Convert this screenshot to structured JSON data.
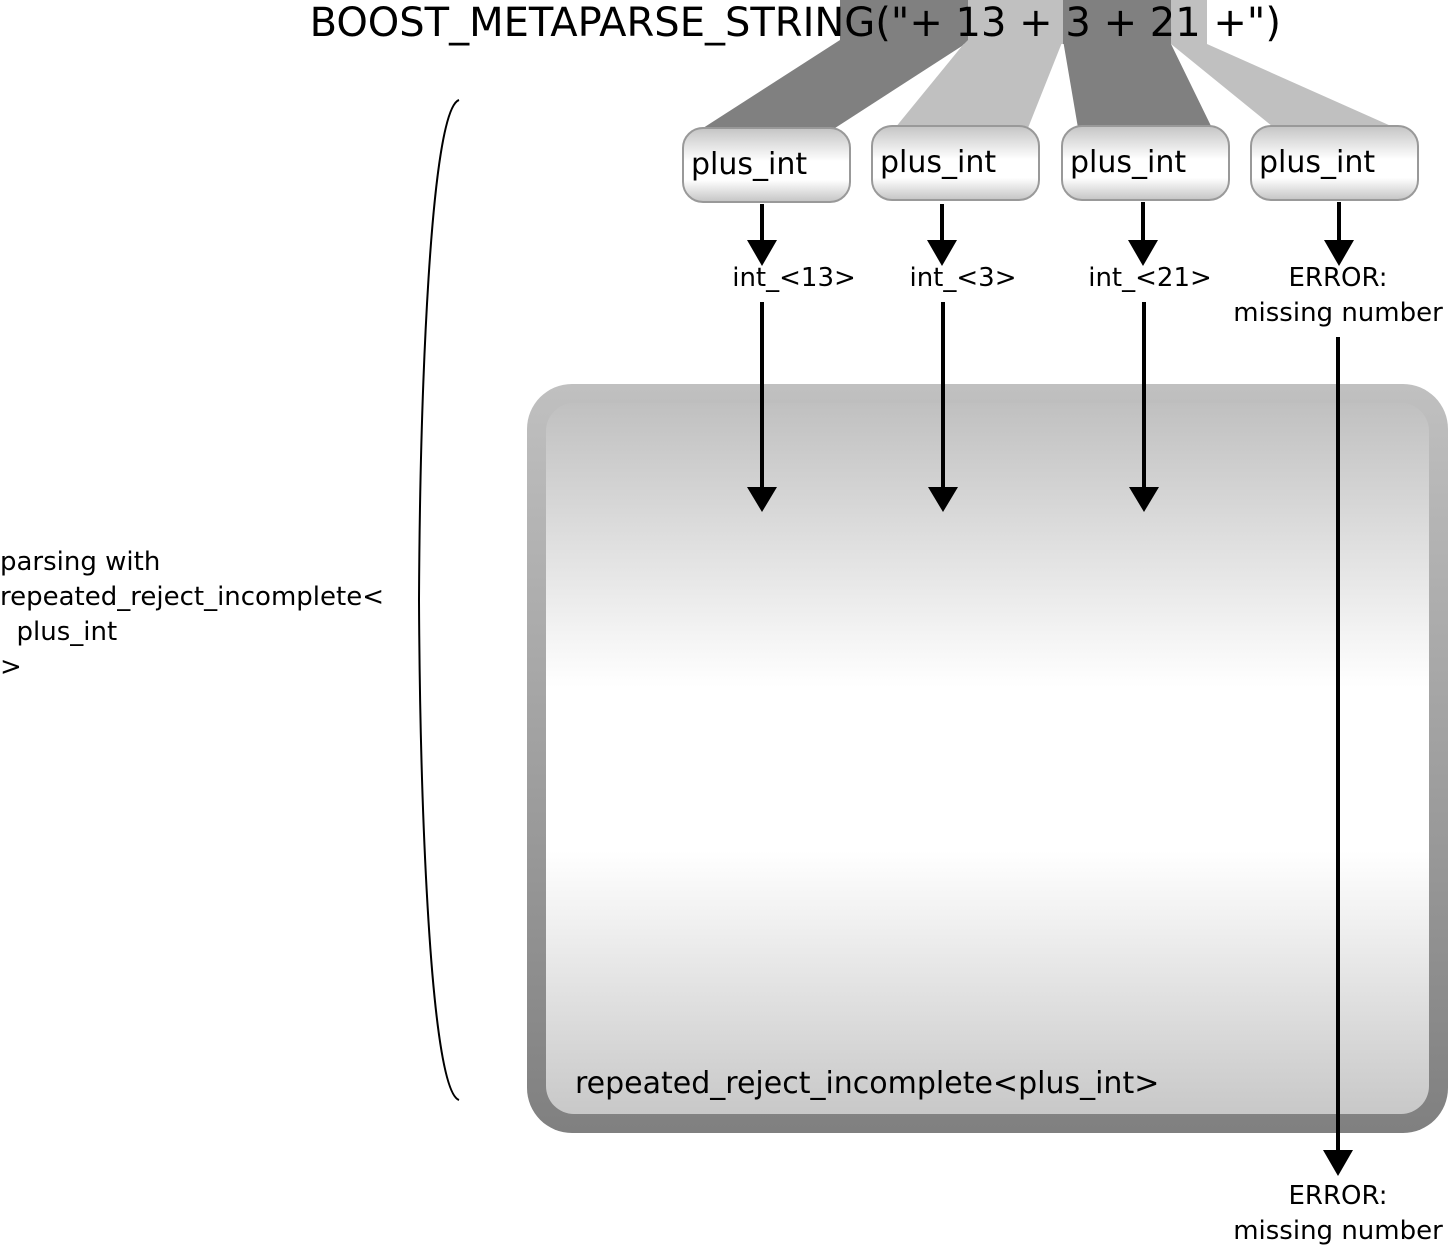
{
  "title": {
    "prefix": "BOOST_METAPARSE_STRING(\"",
    "segments": [
      "+ 13 ",
      "+ 3 ",
      "+ 21 ",
      "+"
    ],
    "suffix": "\")"
  },
  "colors": {
    "segment_dark": "#808080",
    "segment_light": "#c0c0c0",
    "arrow": "#000000"
  },
  "parsers": [
    {
      "label": "plus_int",
      "result": [
        "int_<13>"
      ]
    },
    {
      "label": "plus_int",
      "result": [
        "int_<3>"
      ]
    },
    {
      "label": "plus_int",
      "result": [
        "int_<21>"
      ]
    },
    {
      "label": "plus_int",
      "result": [
        "ERROR:",
        "missing number"
      ]
    }
  ],
  "side_note": {
    "lines": [
      "parsing with",
      "repeated_reject_incomplete<",
      "  plus_int",
      ">"
    ]
  },
  "container": {
    "label": "repeated_reject_incomplete<plus_int>"
  },
  "final_result": {
    "lines": [
      "ERROR:",
      "missing number"
    ]
  }
}
